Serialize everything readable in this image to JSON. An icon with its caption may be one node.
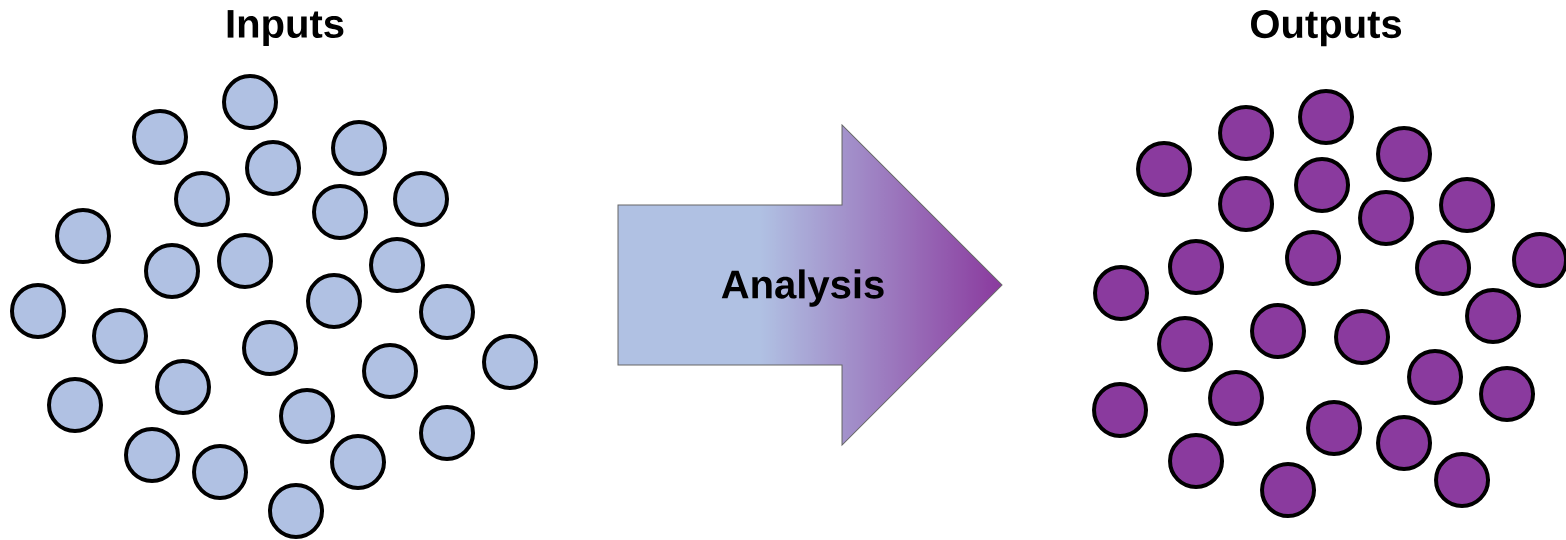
{
  "diagram": {
    "nodes": [
      {
        "text": [
          "Analysis"
        ]
      }
    ],
    "labels": [
      "Inputs",
      "Outputs"
    ]
  }
}
